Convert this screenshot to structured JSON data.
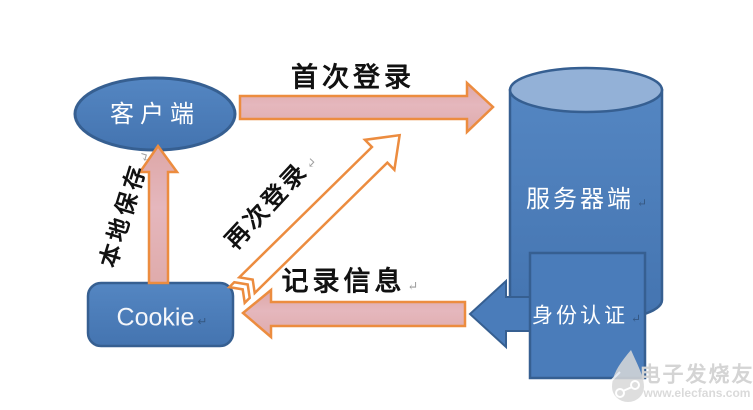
{
  "diagram": {
    "nodes": {
      "client": {
        "label": "客户端",
        "shape": "ellipse"
      },
      "server": {
        "label": "服务器端",
        "shape": "cylinder",
        "mark": "↵"
      },
      "cookie": {
        "label": "Cookie",
        "shape": "rounded-rect",
        "mark": "↵"
      },
      "auth": {
        "label": "身份认证",
        "shape": "rect",
        "mark": "↵"
      }
    },
    "arrows": {
      "first_login": {
        "label": "首次登录",
        "direction": "right",
        "style": "solid-salmon"
      },
      "second_login": {
        "label": "再次登录",
        "mark": "↵",
        "direction": "up-right",
        "style": "striped-white"
      },
      "record_info": {
        "label": "记录信息",
        "mark": "↵",
        "direction": "left",
        "style": "solid-salmon"
      },
      "local_save": {
        "label": "本地保存",
        "mark": "↵",
        "direction": "up",
        "style": "solid-salmon"
      },
      "auth_out": {
        "label": "",
        "direction": "left",
        "style": "solid-blue"
      }
    },
    "colors": {
      "node_fill": "#4a7cba",
      "node_border": "#365f91",
      "cylinder_top_fill": "#93b1d7",
      "arrow_fill": "#e0adb3",
      "arrow_border": "#ec8c3f",
      "second_login_fill": "#ffffff",
      "label_text": "#111111",
      "node_text": "#ffffff",
      "watermark_text": "#d4d4d4"
    }
  },
  "watermark": {
    "brand": "电子发烧友",
    "url": "www.elecfans.com"
  }
}
